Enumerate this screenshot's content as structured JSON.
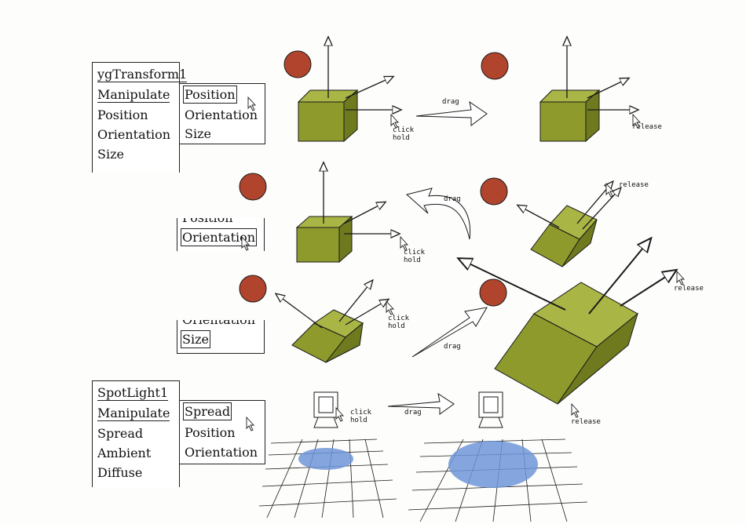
{
  "colors": {
    "box": "#8e9a2c",
    "boxTop": "#a9b545",
    "boxDark": "#6f7a1e",
    "ball": "#b0442c",
    "light": "#6f95d8",
    "ink": "#1a1a1a"
  },
  "menus": {
    "xform": {
      "title": "ygTransform1",
      "items": [
        "Manipulate",
        "Position",
        "Orientation",
        "Size"
      ]
    },
    "xformSub": {
      "items": [
        "Position",
        "Orientation",
        "Size"
      ]
    },
    "orientFrag": {
      "partial": "Position",
      "item": "Orientation"
    },
    "sizeFrag": {
      "partial": "Orientation",
      "item": "Size"
    },
    "spot": {
      "title": "SpotLight1",
      "items": [
        "Manipulate",
        "Spread",
        "Ambient",
        "Diffuse"
      ]
    },
    "spotSub": {
      "items": [
        "Spread",
        "Position",
        "Orientation"
      ]
    }
  },
  "notes": {
    "drag": "drag",
    "click": "click",
    "hold": "hold",
    "release": "release"
  }
}
